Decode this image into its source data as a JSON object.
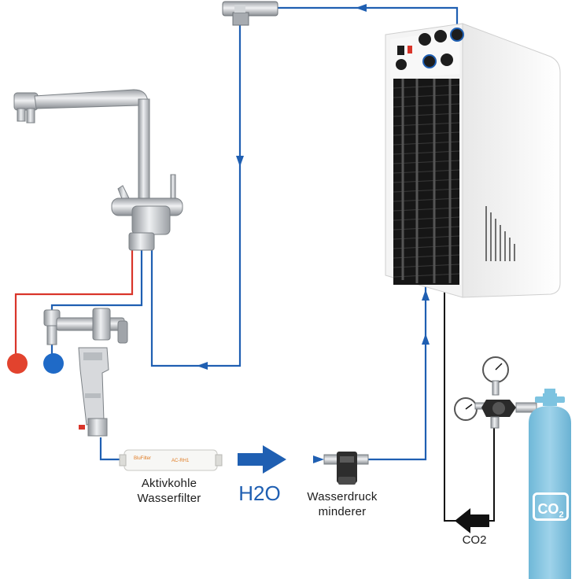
{
  "labels": {
    "filter_line1": "Aktivkohle",
    "filter_line2": "Wasserfilter",
    "water_flow": "H2O",
    "pressure_line1": "Wasserdruck",
    "pressure_line2": "minderer",
    "co2_line": "CO2",
    "co2_bottle_main": "CO",
    "co2_bottle_sub": "2",
    "filter_brand": "BluFilter",
    "filter_model": "AC-RH1"
  },
  "colors": {
    "water_line": "#1f5fb2",
    "hot_line": "#d9352a",
    "co2_line": "#111111",
    "cold_knob": "#1f6ac7",
    "hot_knob": "#e2432e",
    "co2_bottle": "#7dc3e0",
    "chiller_body": "#f1f1f1",
    "chrome": "#c4c7cb"
  }
}
